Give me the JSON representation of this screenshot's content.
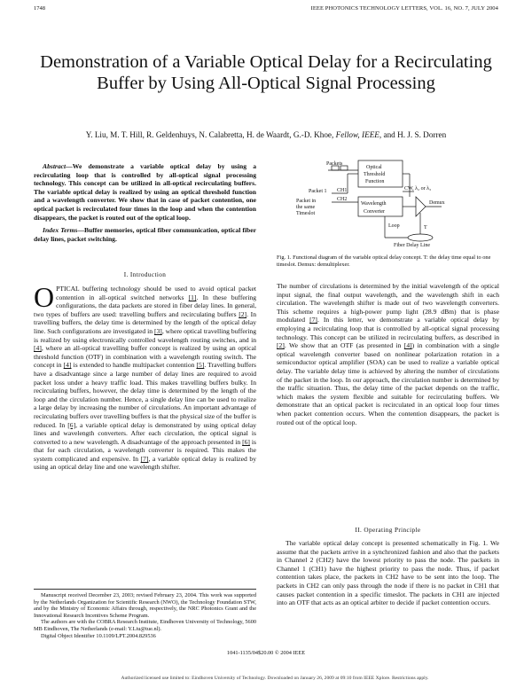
{
  "header": {
    "page_number": "1748",
    "journal": "IEEE PHOTONICS TECHNOLOGY LETTERS, VOL. 16, NO. 7, JULY 2004"
  },
  "title": "Demonstration of a Variable Optical Delay for a Recirculating Buffer by Using All-Optical Signal Processing",
  "authors": "Y. Liu, M. T. Hill, R. Geldenhuys, N. Calabretta, H. de Waardt, G.-D. Khoe, ",
  "authors_italic": "Fellow, IEEE",
  "authors_end": ", and H. J. S. Dorren",
  "abstract": {
    "label": "Abstract—",
    "text": "We demonstrate a variable optical delay by using a recirculating loop that is controlled by all-optical signal processing technology. This concept can be utilized in all-optical recirculating buffers. The variable optical delay is realized by using an optical threshold function and a wavelength converter. We show that in case of packet contention, one optical packet is recirculated four times in the loop and when the contention disappears, the packet is routed out of the optical loop."
  },
  "index_terms": {
    "label": "Index Terms—",
    "text": "Buffer memories, optical fiber communication, optical fiber delay lines, packet switching."
  },
  "section1": {
    "heading": "I. Introduction",
    "dropcap": "O",
    "lead": "PTICAL buffering technology should be used to avoid optical packet contention in all-optical switched networks ",
    "ref1": "[1]",
    "p1": ". In these buffering configurations, the data packets are stored in fiber delay lines. In general, two types of buffers are used: travelling buffers and recirculating buffers ",
    "ref2": "[2]",
    "p2": ". In travelling buffers, the delay time is determined by the length of the optical delay line. Such configurations are investigated in ",
    "ref3": "[3]",
    "p3": ", where optical travelling buffering is realized by using electronically controlled wavelength routing switches, and in ",
    "ref4": "[4]",
    "p4": ", where an all-optical travelling buffer concept is realized by using an optical threshold function (OTF) in combination with a wavelength routing switch. The concept in ",
    "ref5": "[4]",
    "p5": " is extended to handle multipacket contention ",
    "ref6": "[5]",
    "p6": ". Travelling buffers have a disadvantage since a large number of delay lines are required to avoid packet loss under a heavy traffic load. This makes travelling buffers bulky. In recirculating buffers, however, the delay time is determined by the length of the loop and the circulation number. Hence, a single delay line can be used to realize a large delay by increasing the number of circulations. An important advantage of recirculating buffers over travelling buffers is that the physical size of the buffer is reduced. In ",
    "ref7": "[6]",
    "p7": ", a variable optical delay is demonstrated by using optical delay lines and wavelength converters. After each circulation, the optical signal is converted to a new wavelength. A disadvantage of the approach presented in ",
    "ref8": "[6]",
    "p8": " is that for each circulation, a wavelength converter is required. This makes the system complicated and expensive. In ",
    "ref9": "[7]",
    "p9": ", a variable optical delay is realized by using an optical delay line and one wavelength shifter."
  },
  "footnotes": {
    "f1": "Manuscript received December 23, 2003; revised February 23, 2004. This work was supported by the Netherlands Organization for Scientific Research (NWO), the Technology Foundation STW, and by the Ministry of Economic Affairs through, respectively, the NRC Photonics Grant and the Innovational Research Incentives Scheme Program.",
    "f2": "The authors are with the COBRA Research Institute, Eindhoven University of Technology, 5600 MB Eindhoven, The Netherlands (e-mail: Y.Liu@tue.nl).",
    "f3": "Digital Object Identifier 10.1109/LPT.2004.829536"
  },
  "figure": {
    "labels": {
      "packets": "Packets",
      "optical_threshold": "Optical",
      "threshold": "Threshold",
      "function": "Function",
      "packet1": "Packet 1",
      "ch1": "CH1",
      "ch2": "CH2",
      "packet_in": "Packet in",
      "same": "the same",
      "timeslot": "Timeslot",
      "cw": "CW, λ₂ or λ₃",
      "wavelength": "Wavelength",
      "converter": "Converter",
      "demux": "Demux",
      "loop": "Loop",
      "t": "T",
      "fiber_delay": "Fiber Delay Line"
    },
    "caption_label": "Fig. 1.",
    "caption": "Functional diagram of the variable optical delay concept. T: the delay time equal to one timeslot. Demux: demultiplexer."
  },
  "right_col": {
    "p1": "The number of circulations is determined by the initial wavelength of the optical input signal, the final output wavelength, and the wavelength shift in each circulation. The wavelength shifter is made out of two wavelength converters. This scheme requires a high-power pump light (28.9 dBm) that is phase modulated ",
    "ref1": "[7]",
    "p2": ". In this letter, we demonstrate a variable optical delay by employing a recirculating loop that is controlled by all-optical signal processing technology. This concept can be utilized in recirculating buffers, as described in ",
    "ref2": "[2]",
    "p3": ". We show that an OTF (as presented in ",
    "ref3": "[4]",
    "p4": ") in combination with a single optical wavelength converter based on nonlinear polarization rotation in a semiconductor optical amplifier (SOA) can be used to realize a variable optical delay. The variable delay time is achieved by altering the number of circulations of the packet in the loop. In our approach, the circulation number is determined by the traffic situation. Thus, the delay time of the packet depends on the traffic, which makes the system flexible and suitable for recirculating buffers. We demonstrate that an optical packet is recirculated in an optical loop four times when packet contention occurs. When the contention disappears, the packet is routed out of the optical loop."
  },
  "section2": {
    "heading": "II. Operating Principle",
    "text": "The variable optical delay concept is presented schematically in Fig. 1. We assume that the packets arrive in a synchronized fashion and also that the packets in Channel 2 (CH2) have the lowest priority to pass the node. The packets in Channel 1 (CH1) have the highest priority to pass the node. Thus, if packet contention takes place, the packets in CH2 have to be sent into the loop. The packets in CH2 can only pass through the node if there is no packet in CH1 that causes packet contention in a specific timeslot. The packets in CH1 are injected into an OTF that acts as an optical arbiter to decide if packet contention occurs."
  },
  "copyright": "1041-1135/04$20.00 © 2004 IEEE",
  "authorized": "Authorized licensed use limited to: Eindhoven University of Technology. Downloaded on January 26, 2009 at 09:10 from IEEE Xplore. Restrictions apply."
}
